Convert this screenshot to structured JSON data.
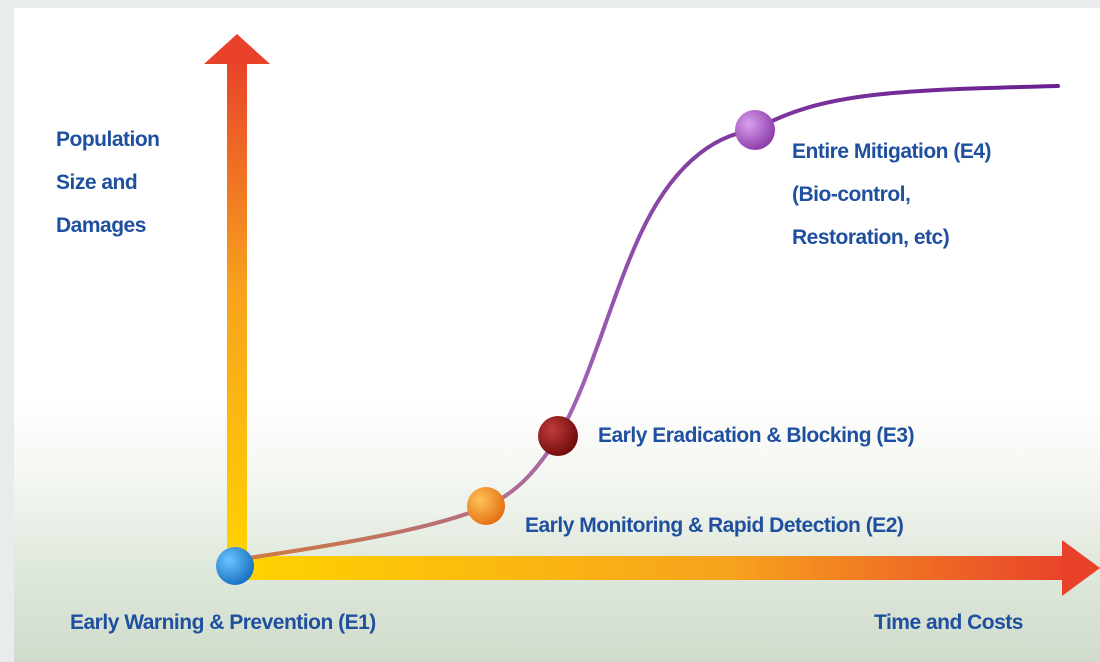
{
  "diagram": {
    "y_axis_label": [
      "Population",
      "Size and",
      "Damages"
    ],
    "x_axis_label": "Time and Costs",
    "stages": [
      {
        "id": "E1",
        "label": "Early Warning & Prevention (E1)",
        "color": "#1e88d6"
      },
      {
        "id": "E2",
        "label": "Early Monitoring & Rapid Detection (E2)",
        "color": "#f08a1a"
      },
      {
        "id": "E3",
        "label": "Early Eradication & Blocking (E3)",
        "color": "#8b1010"
      },
      {
        "id": "E4",
        "label_lines": [
          "Entire Mitigation (E4)",
          "(Bio-control,",
          "Restoration, etc)"
        ],
        "color": "#a24fbf"
      }
    ],
    "colors": {
      "text": "#1f4f9f",
      "axis_start": "#ffd400",
      "axis_end": "#e8432a",
      "curve": "#7a2fa0"
    }
  }
}
